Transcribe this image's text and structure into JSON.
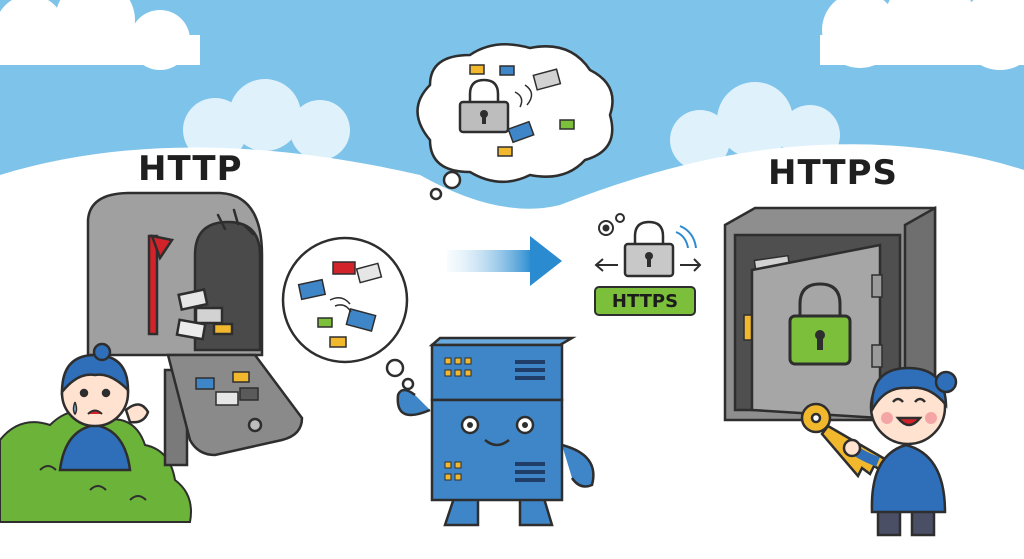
{
  "left_heading": "HTTP",
  "right_heading": "HTTPS",
  "https_badge": "HTTPS",
  "icons": [
    "mailbox-icon",
    "mail-flag-icon",
    "letters-icon",
    "worried-person-icon",
    "thought-bubble-icon",
    "padlock-icon",
    "server-mascot-icon",
    "arrow-right-icon",
    "gear-icon",
    "double-arrow-icon",
    "safe-icon",
    "green-padlock-icon",
    "key-icon",
    "happy-person-icon",
    "bush-icon",
    "cloud-icon"
  ],
  "colors": {
    "sky": "#7ec4ea",
    "cloud": "#ffffff",
    "mailbox_gray": "#9a9a9a",
    "flag_red": "#d2232a",
    "server_blue": "#3f86c9",
    "lock_green": "#7cbf3a",
    "key_gold": "#f1b82d",
    "bush_green": "#6bb339",
    "arrow_blue": "#2a8bd0",
    "person_blue": "#2f6fba",
    "safe_gray": "#8e8e8e"
  }
}
